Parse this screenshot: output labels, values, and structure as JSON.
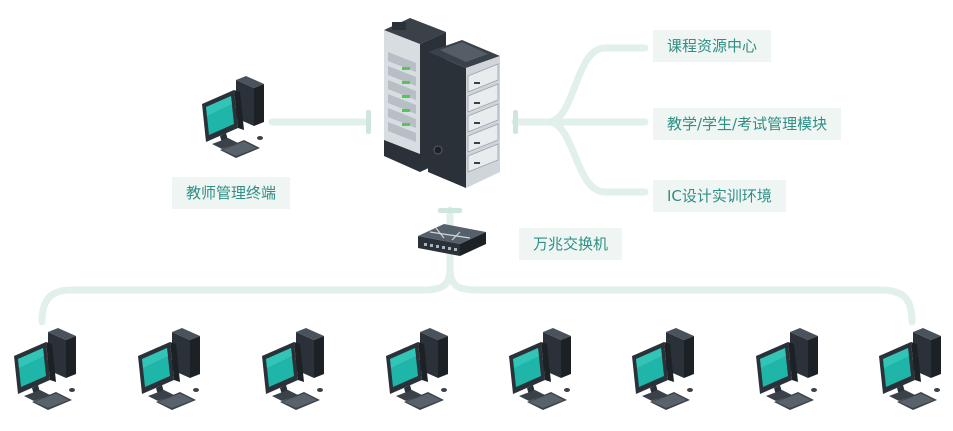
{
  "diagram": {
    "labels": {
      "teacher_terminal": "教师管理终端",
      "switch": "万兆交换机",
      "course_center": "课程资源中心",
      "module": "教学/学生/考试管理模块",
      "ic_env": "IC设计实训环境"
    },
    "icons": {
      "server": "server-rack-icon",
      "switch": "network-switch-icon",
      "pc": "desktop-computer-icon"
    },
    "student_pcs": [
      {
        "id": "pc-1"
      },
      {
        "id": "pc-2"
      },
      {
        "id": "pc-3"
      },
      {
        "id": "pc-4"
      },
      {
        "id": "pc-5"
      },
      {
        "id": "pc-6"
      },
      {
        "id": "pc-7"
      },
      {
        "id": "pc-8"
      }
    ],
    "colors": {
      "connector": "#e2f0ec",
      "label_bg": "#eef5f3",
      "label_text": "#2f8f85",
      "screen": "#1fb5a8",
      "case_dark": "#2b3138",
      "server_light": "#d8dde2",
      "led_green": "#4ecb4e"
    }
  }
}
